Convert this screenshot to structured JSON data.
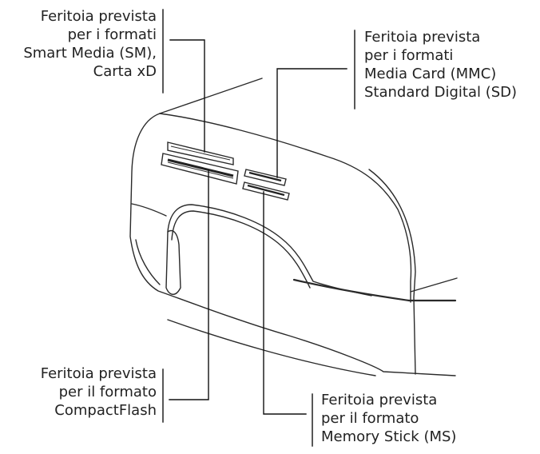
{
  "callouts": {
    "sm_xd": {
      "lines": [
        "Feritoia prevista",
        "per i formati",
        "Smart Media (SM),",
        "Carta xD"
      ]
    },
    "mmc_sd": {
      "lines": [
        "Feritoia prevista",
        "per i formati",
        "Media Card (MMC)",
        "Standard Digital (SD)"
      ]
    },
    "compactflash": {
      "lines": [
        "Feritoia prevista",
        "per il formato",
        "CompactFlash"
      ]
    },
    "memory_stick": {
      "lines": [
        "Feritoia prevista",
        "per il formato",
        "Memory Stick (MS)"
      ]
    }
  },
  "colors": {
    "text": "#222222",
    "device_outline": "#2a2a2a",
    "leader_line": "#111111"
  }
}
